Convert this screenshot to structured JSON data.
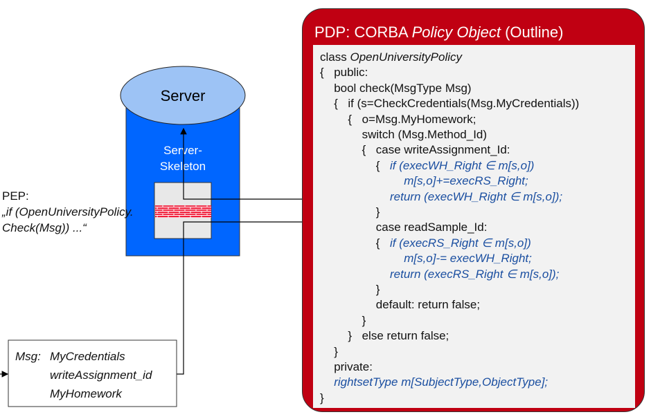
{
  "server": {
    "label": "Server",
    "skeleton_line1": "Server-",
    "skeleton_line2": "Skeleton",
    "colors": {
      "body": "#0066ff",
      "head": "#9dc3f5",
      "firewall": "#f0203c"
    }
  },
  "pep": {
    "label": "PEP:",
    "line1": "„if (OpenUniversityPolicy.",
    "line2": "Check(Msg)) ...“"
  },
  "msg": {
    "label": "Msg:",
    "fields": [
      "MyCredentials",
      "writeAssignment_id",
      "MyHomework"
    ]
  },
  "pdp": {
    "title_prefix": "PDP: CORBA ",
    "title_italic": "Policy Object",
    "title_suffix": " (Outline)",
    "colors": {
      "frame": "#c00012",
      "panel": "#f2f2f2",
      "highlight_text": "#1a4ea0"
    },
    "code": [
      {
        "indent": 0,
        "brace": "",
        "text": "class ",
        "italic": "OpenUniversityPolicy",
        "blue": false
      },
      {
        "indent": 0,
        "brace": "{",
        "text": "public:",
        "blue": false
      },
      {
        "indent": 1,
        "brace": "",
        "text": "bool check(MsgType Msg)",
        "blue": false
      },
      {
        "indent": 1,
        "brace": "{",
        "text": "if (s=CheckCredentials(Msg.MyCredentials))",
        "blue": false
      },
      {
        "indent": 2,
        "brace": "{",
        "text": "o=Msg.MyHomework;",
        "blue": false
      },
      {
        "indent": 3,
        "brace": "",
        "text": "switch (Msg.Method_Id)",
        "blue": false
      },
      {
        "indent": 3,
        "brace": "{",
        "text": "case writeAssignment_Id:",
        "blue": false
      },
      {
        "indent": 4,
        "brace": "{",
        "text": "if (execWH_Right ∈ m[s,o])",
        "blue": true
      },
      {
        "indent": 6,
        "brace": "",
        "text": "m[s,o]+=execRS_Right;",
        "blue": true
      },
      {
        "indent": 5,
        "brace": "",
        "text": "return (execWH_Right ∈ m[s,o]);",
        "blue": true
      },
      {
        "indent": 4,
        "brace": "}",
        "text": "",
        "blue": false
      },
      {
        "indent": 4,
        "brace": "",
        "text": "case readSample_Id:",
        "blue": false
      },
      {
        "indent": 4,
        "brace": "{",
        "text": "if (execRS_Right ∈ m[s,o])",
        "blue": true
      },
      {
        "indent": 6,
        "brace": "",
        "text": "m[s,o]-= execWH_Right;",
        "blue": true
      },
      {
        "indent": 5,
        "brace": "",
        "text": "return (execRS_Right ∈ m[s,o]);",
        "blue": true
      },
      {
        "indent": 4,
        "brace": "}",
        "text": "",
        "blue": false
      },
      {
        "indent": 4,
        "brace": "",
        "text": "default: return false;",
        "blue": false
      },
      {
        "indent": 3,
        "brace": "}",
        "text": "",
        "blue": false
      },
      {
        "indent": 2,
        "brace": "}",
        "text": "else return false;",
        "blue": false
      },
      {
        "indent": 1,
        "brace": "}",
        "text": "",
        "blue": false
      },
      {
        "indent": 1,
        "brace": "",
        "text": "private:",
        "blue": false
      },
      {
        "indent": 1,
        "brace": "",
        "text": "rightsetType m[SubjectType,ObjectType];",
        "blue": true
      },
      {
        "indent": 0,
        "brace": "}",
        "text": "",
        "blue": false
      }
    ]
  }
}
